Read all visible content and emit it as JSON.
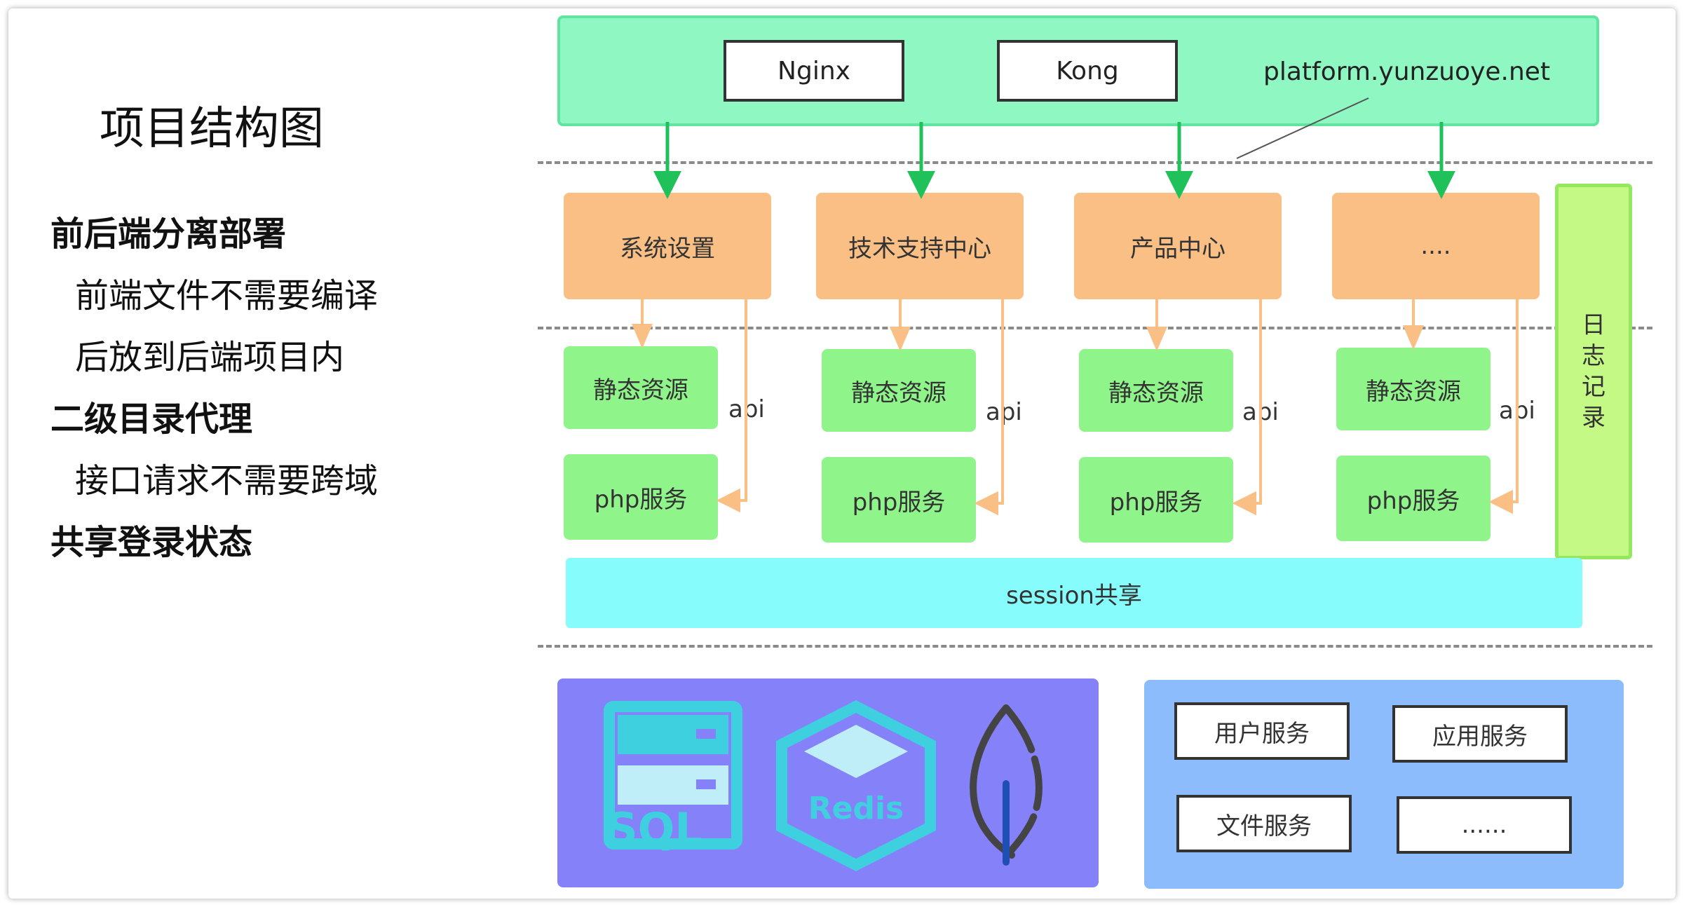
{
  "left_panel": {
    "title": "项目结构图",
    "sections": [
      {
        "heading": "前后端分离部署",
        "lines": [
          "前端文件不需要编译",
          "后放到后端项目内"
        ]
      },
      {
        "heading": "二级目录代理",
        "lines": [
          "接口请求不需要跨域"
        ]
      },
      {
        "heading": "共享登录状态",
        "lines": []
      }
    ]
  },
  "gateway": {
    "nginx": "Nginx",
    "kong": "Kong",
    "domain": "platform.yunzuoye.net"
  },
  "modules": [
    {
      "name": "系统设置",
      "static": "静态资源",
      "service": "php服务",
      "api": "api"
    },
    {
      "name": "技术支持中心",
      "static": "静态资源",
      "service": "php服务",
      "api": "api"
    },
    {
      "name": "产品中心",
      "static": "静态资源",
      "service": "php服务",
      "api": "api"
    },
    {
      "name": "....",
      "static": "静态资源",
      "service": "php服务",
      "api": "api"
    }
  ],
  "log": {
    "label": "日志记录"
  },
  "session": {
    "label": "session共享"
  },
  "databases": {
    "sql_label": "SQL",
    "redis_label": "Redis"
  },
  "services": {
    "items": [
      "用户服务",
      "应用服务",
      "文件服务",
      "......"
    ]
  },
  "colors": {
    "gateway": "#8ef7c2",
    "module": "#f9bf85",
    "service_green": "#8ff58a",
    "arrow_green": "#1fc15a",
    "arrow_orange": "#f9bf85",
    "log": "#c5f986",
    "session": "#86fcfc",
    "db_panel": "#8581f9",
    "services_panel": "#8cbcfb",
    "icon_cyan": "#3fd0e0"
  }
}
